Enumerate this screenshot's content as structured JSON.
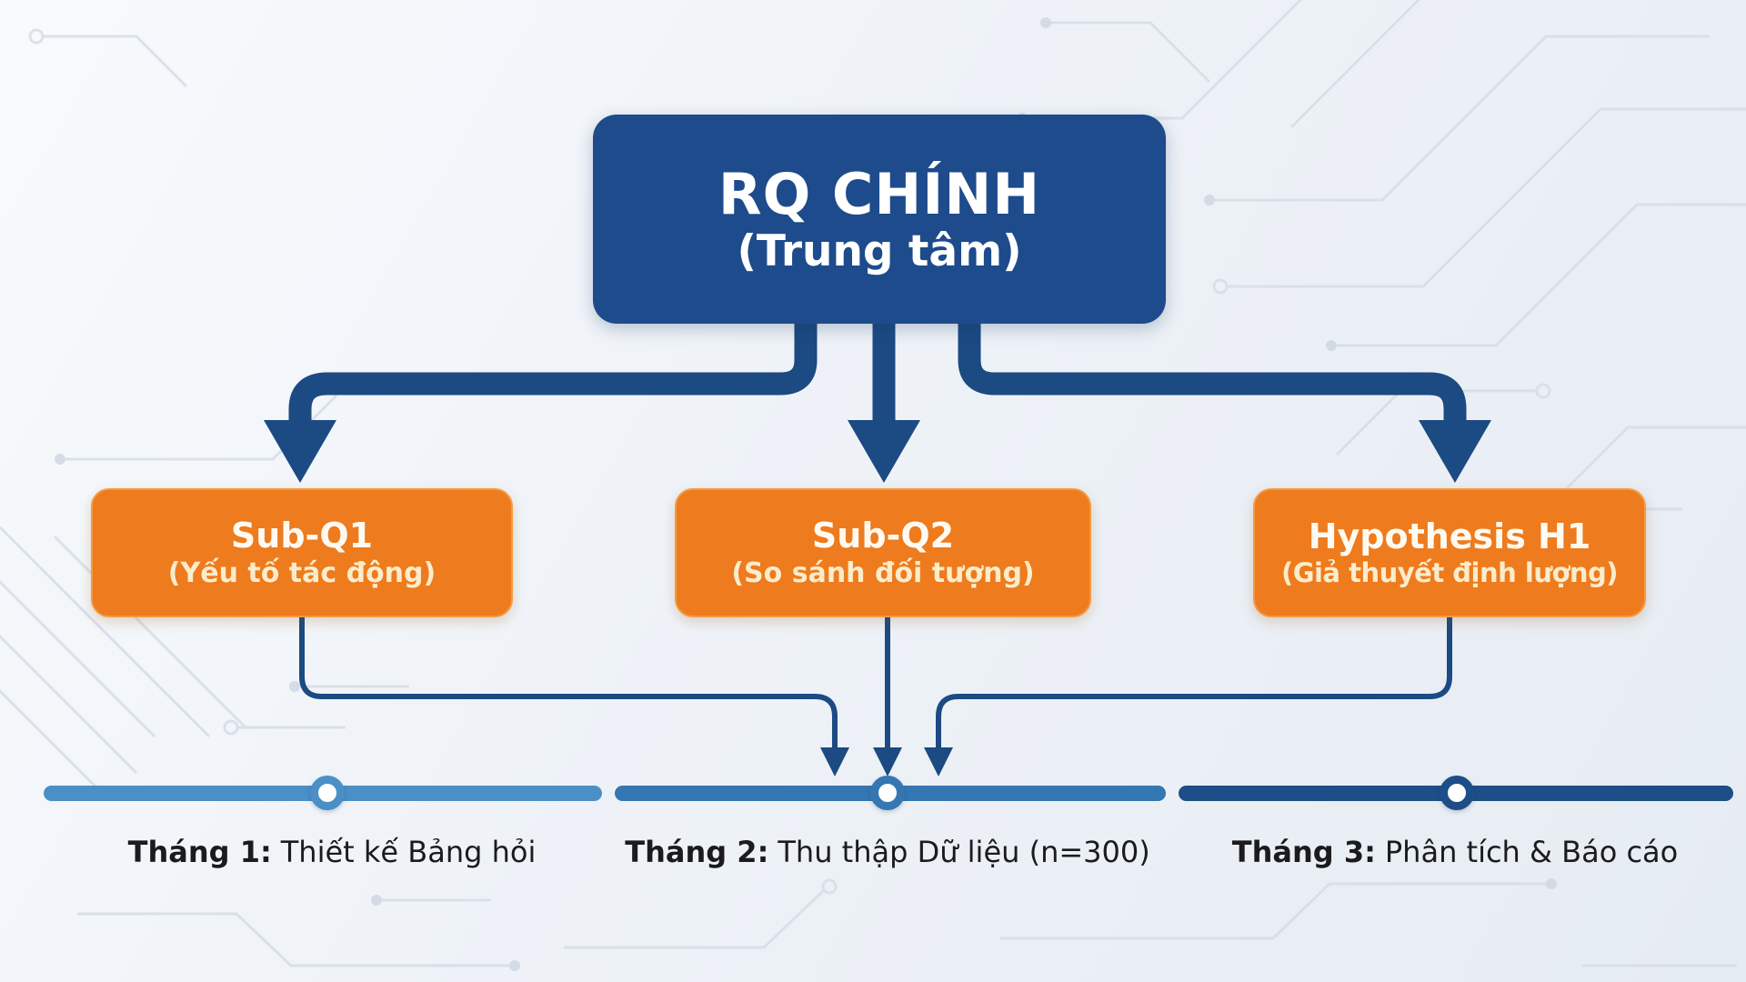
{
  "main_node": {
    "title": "RQ CHÍNH",
    "subtitle": "(Trung tâm)"
  },
  "sub_nodes": [
    {
      "title": "Sub-Q1",
      "subtitle": "(Yếu tố tác động)"
    },
    {
      "title": "Sub-Q2",
      "subtitle": "(So sánh đối tượng)"
    },
    {
      "title": "Hypothesis H1",
      "subtitle": "(Giả thuyết định lượng)"
    }
  ],
  "timeline": {
    "phases": [
      {
        "month": "Tháng 1:",
        "task": "Thiết kế Bảng hỏi"
      },
      {
        "month": "Tháng 2:",
        "task": "Thu thập Dữ liệu (n=300)"
      },
      {
        "month": "Tháng 3:",
        "task": "Phân tích & Báo cáo"
      }
    ]
  },
  "colors": {
    "navy-box": "#1d4b8c",
    "connector": "#1c4a82",
    "node-text": "#ffffff",
    "orange-box": "#ee7b1d",
    "orange-border": "#f49a42",
    "orange-title": "#fefaf1",
    "orange-sub": "#fbeccb",
    "tl-seg1": "#4a8fc6",
    "tl-seg2": "#3477b3",
    "tl-seg3": "#1d4e87",
    "label-text": "#1b1b1d",
    "circuit": "#d5dce6",
    "circuit-dot": "#cdd6e1"
  }
}
